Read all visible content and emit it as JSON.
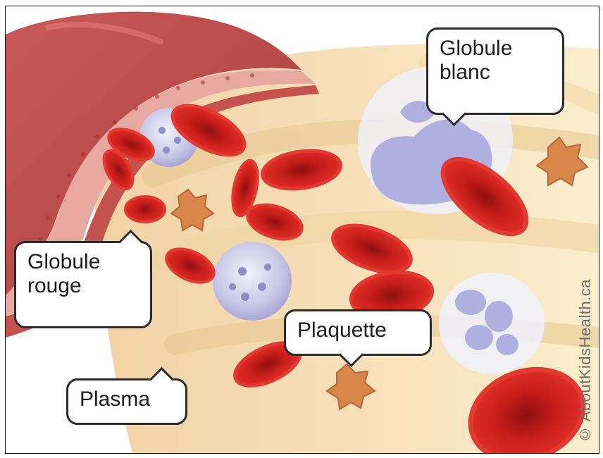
{
  "labels": {
    "white_cell": "Globule\nblanc",
    "red_cell": "Globule\nrouge",
    "platelet": "Plaquette",
    "plasma": "Plasma"
  },
  "credit": "© AboutKidsHealth.ca",
  "colors": {
    "vessel_wall": "#b9494a",
    "vessel_inner": "#e9a7a3",
    "plasma": "#f7e3b4",
    "red_cell": "#d3231f",
    "white_cell": "#b7b6de",
    "platelet": "#d9864a"
  }
}
